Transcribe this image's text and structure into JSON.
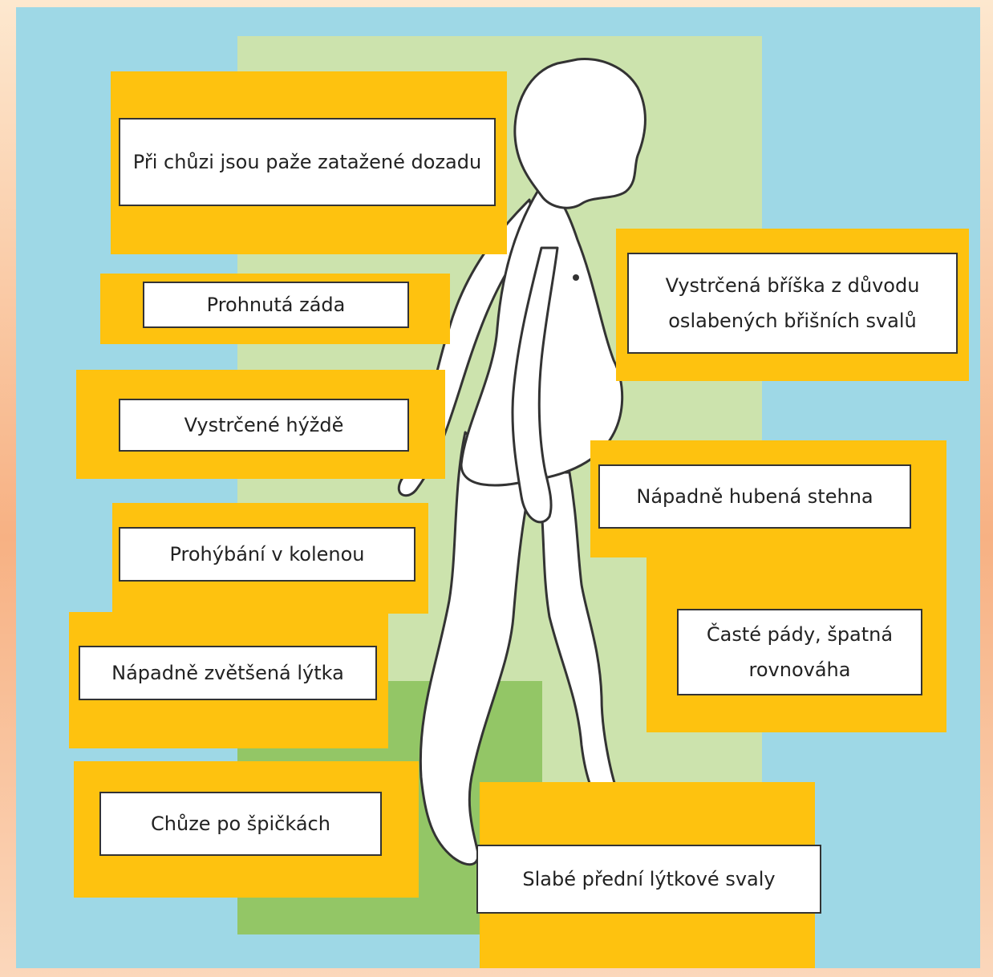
{
  "labels": {
    "arms": "Při chůzi jsou paže zatažené dozadu",
    "back": "Prohnutá záda",
    "buttocks": "Vystrčené hýždě",
    "knees": "Prohýbání v kolenou",
    "calves": "Nápadně zvětšená lýtka",
    "toes": "Chůze po špičkách",
    "belly": "Vystrčená bříška z důvodu oslabených břišních svalů",
    "thighs": "Nápadně hubená stehna",
    "falls": "Časté pády, špatná rovnováha",
    "shin": "Slabé přední lýtkové svaly"
  },
  "colors": {
    "background": "#9ed8e6",
    "panel": "#cce3ad",
    "panel_bottom": "#93c666",
    "callout": "#fec20f",
    "label_bg": "#ffffff"
  }
}
